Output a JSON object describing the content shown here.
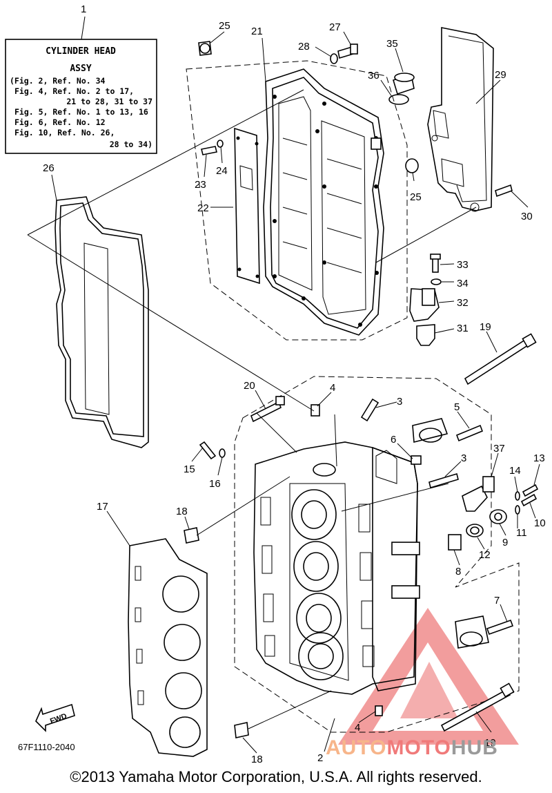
{
  "info_box": {
    "number": "1",
    "title_line1": "CYLINDER HEAD",
    "title_line2": "ASSY",
    "refs": [
      "(Fig. 2, Ref. No. 34",
      "Fig. 4, Ref. No. 2 to 17,",
      "21 to 28, 31 to 37",
      "Fig. 5, Ref. No. 1 to 13, 16",
      "Fig. 6, Ref. No. 12",
      "Fig. 10, Ref. No. 26,",
      "28 to 34)"
    ]
  },
  "callouts": {
    "c25a": "25",
    "c21": "21",
    "c27": "27",
    "c28": "28",
    "c35": "35",
    "c36": "36",
    "c29": "29",
    "c24": "24",
    "c23": "23",
    "c22": "22",
    "c25b": "25",
    "c26": "26",
    "c30": "30",
    "c33": "33",
    "c34": "34",
    "c32": "32",
    "c31": "31",
    "c19a": "19",
    "c20": "20",
    "c4a": "4",
    "c3a": "3",
    "c5": "5",
    "c6": "6",
    "c3b": "3",
    "c15": "15",
    "c16": "16",
    "c37": "37",
    "c13": "13",
    "c14": "14",
    "c17": "17",
    "c18a": "18",
    "c10": "10",
    "c11": "11",
    "c9": "9",
    "c12": "12",
    "c8": "8",
    "c7": "7",
    "c4b": "4",
    "c19b": "19",
    "c2": "2",
    "c18b": "18"
  },
  "fwd_label": "FWD",
  "diagram_code": "67F1110-2040",
  "watermark": {
    "part1": "AUTO",
    "part2": "MOTO",
    "part3": "HUB"
  },
  "copyright": "©2013 Yamaha Motor Corporation, U.S.A. All rights reserved."
}
